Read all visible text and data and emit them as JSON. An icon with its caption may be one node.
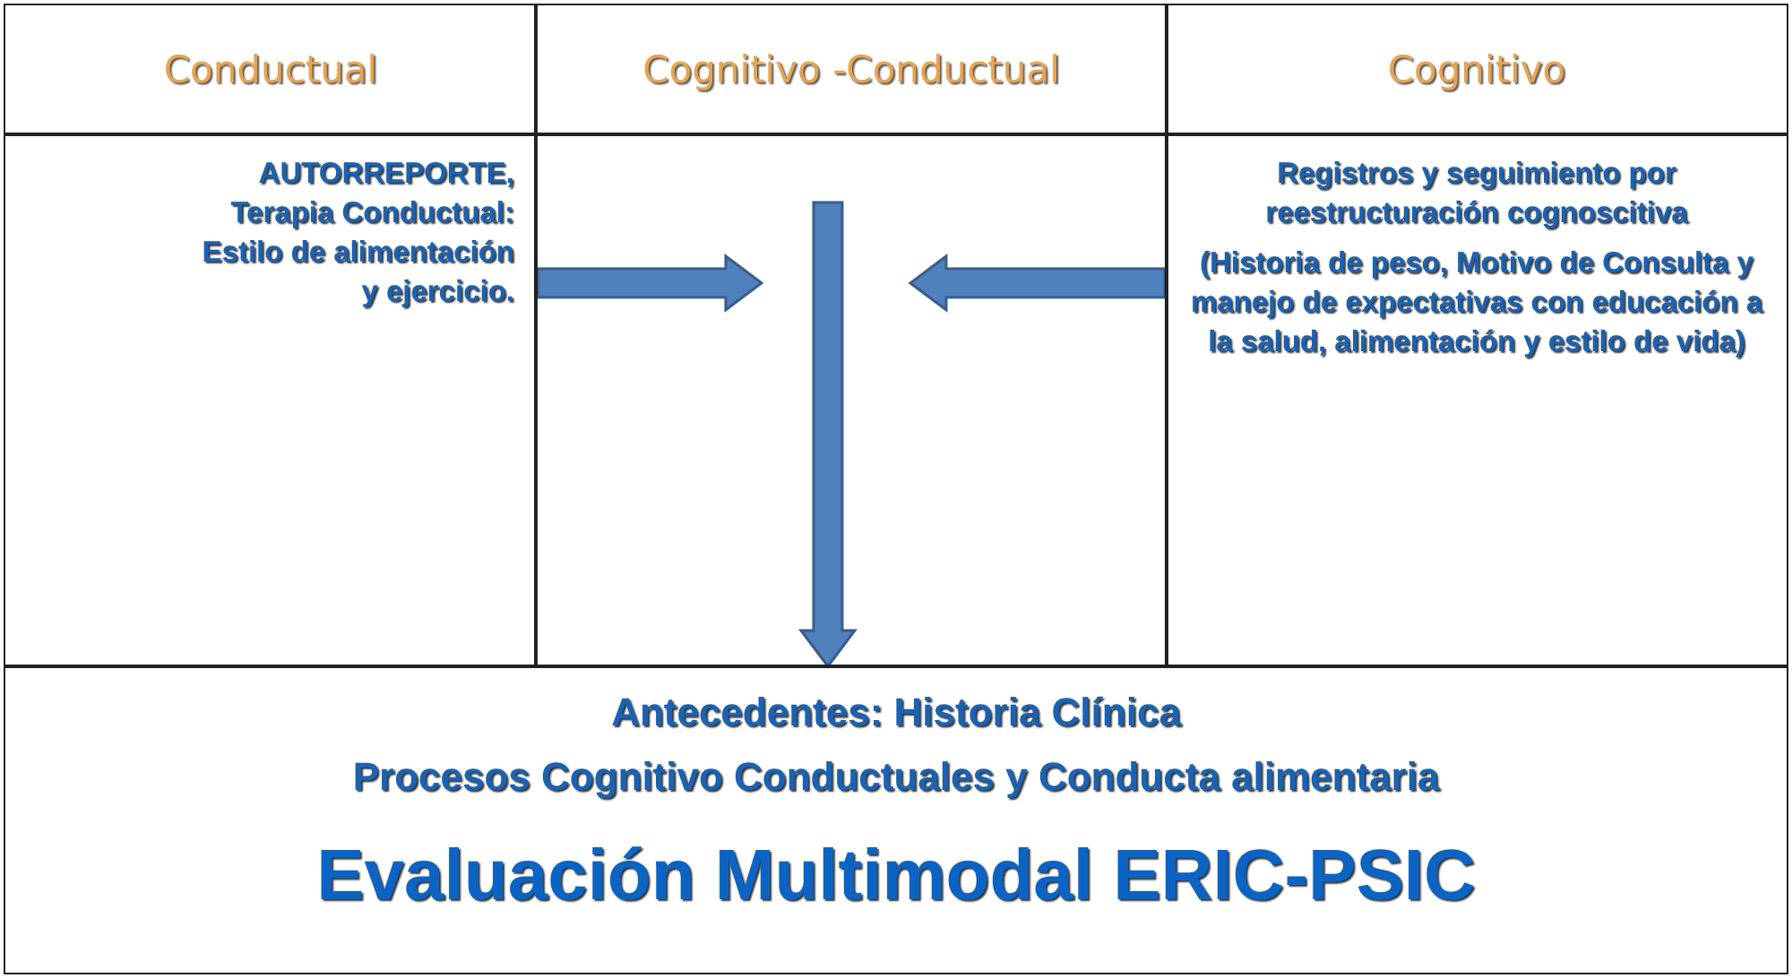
{
  "diagram": {
    "nodes": [
      {
        "text": [
          "Conductual"
        ]
      },
      {
        "text": [
          "Cognitivo -Conductual"
        ]
      },
      {
        "text": [
          "Cognitivo"
        ]
      },
      {
        "text": [
          "AUTORREPORTE, Terapia Conductual: Estilo de alimentación y ejercicio."
        ]
      },
      {
        "text": [],
        "shape": "box"
      },
      {
        "text": [
          "Registros y seguimiento por reestructuración cognoscitiva",
          "(Historia de peso, Motivo de Consulta y manejo de expectativas con educación a la salud, alimentación y estilo de vida)"
        ]
      },
      {
        "text": [
          "Antecedentes: Historia Clínica",
          "Procesos Cognitivo Conductuales y Conducta alimentaria",
          "Evaluación Multimodal ERIC-PSIC"
        ]
      }
    ],
    "edges": [
      {
        "from": 3,
        "to": 4,
        "arrow": "to",
        "style": "thick"
      },
      {
        "from": 5,
        "to": 4,
        "arrow": "to",
        "style": "thick"
      },
      {
        "from": 4,
        "to": 6,
        "arrow": "to",
        "style": "thick"
      }
    ]
  }
}
